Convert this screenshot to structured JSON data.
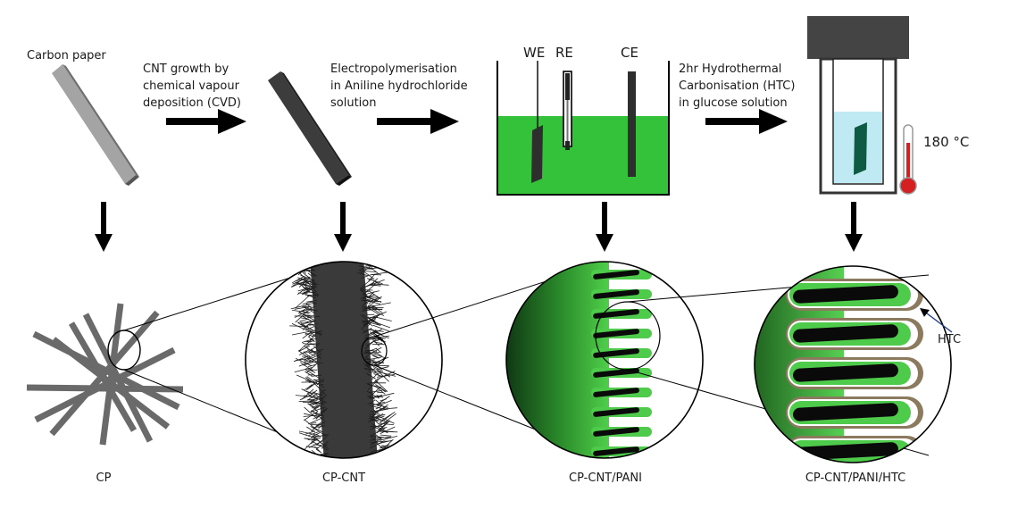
{
  "diagram": {
    "top_labels": {
      "carbon_paper": "Carbon paper",
      "electrode_we": "WE",
      "electrode_re": "RE",
      "electrode_ce": "CE",
      "temperature": "180 °C"
    },
    "steps": [
      {
        "lines": [
          "CNT growth by",
          "chemical vapour",
          "deposition (CVD)"
        ]
      },
      {
        "lines": [
          "Electropolymerisation",
          "in Aniline hydrochloride",
          "solution"
        ]
      },
      {
        "lines": [
          "2hr Hydrothermal",
          "Carbonisation (HTC)",
          "in glucose solution"
        ]
      }
    ],
    "stages": [
      "CP",
      "CP-CNT",
      "CP-CNT/PANI",
      "CP-CNT/PANI/HTC"
    ],
    "callout": "HTC",
    "colors": {
      "paper_gray": "#8a8a8a",
      "cnt_dark": "#3a3a3a",
      "electrolyte_green": "#33c23a",
      "pani_green": "#4ecb4a",
      "htc_brown": "#8b7a5e",
      "glucose_blue": "#bfeaf3",
      "htc_sample": "#0f5a42",
      "thermo_red": "#d42020"
    }
  }
}
